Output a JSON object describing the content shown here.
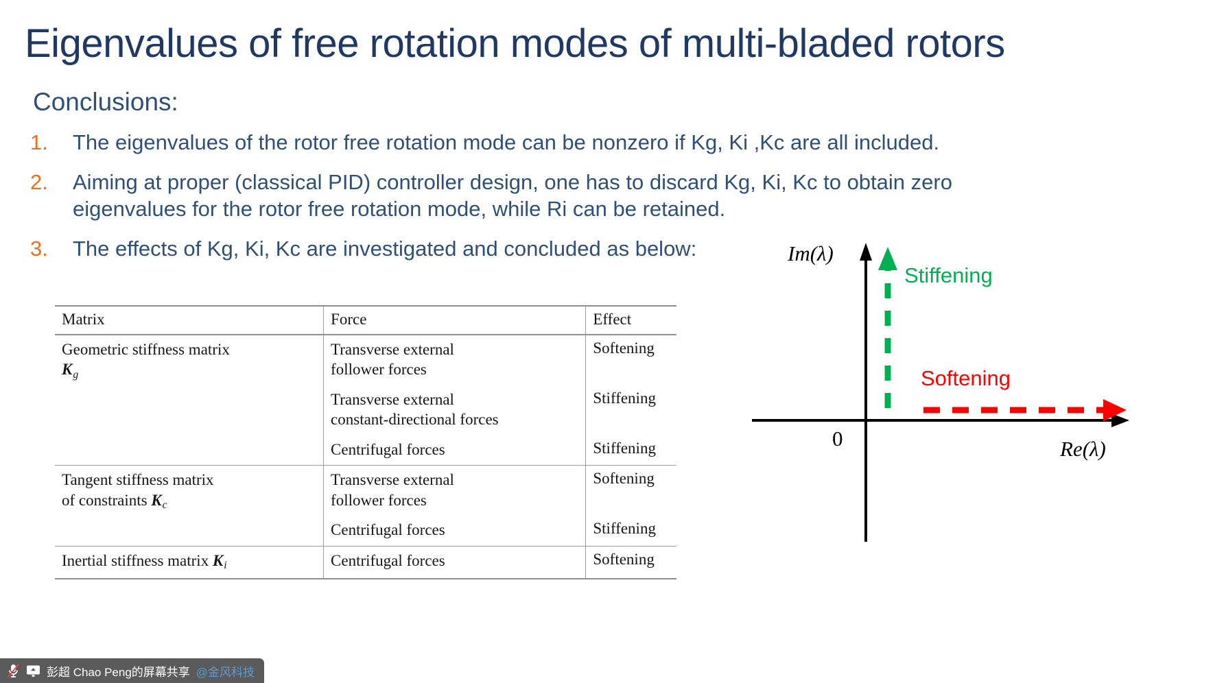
{
  "slide": {
    "title": "Eigenvalues of free rotation modes of multi-bladed rotors",
    "conclusions_heading": "Conclusions:",
    "bullets": [
      {
        "num": "1.",
        "text": "The eigenvalues of the rotor free rotation mode can be nonzero if Kg, Ki ,Kc are all included."
      },
      {
        "num": "2.",
        "text": "Aiming at proper (classical PID) controller design, one has to discard Kg, Ki, Kc to obtain zero eigenvalues for the rotor free rotation mode, while Ri can be retained."
      },
      {
        "num": "3.",
        "text": "The effects of Kg, Ki, Kc are investigated and concluded as below:"
      }
    ],
    "colors": {
      "title": "#1F3864",
      "body": "#2E5077",
      "number": "#E8701A",
      "stiffening": "#00B050",
      "softening": "#FF0000"
    }
  },
  "table": {
    "headers": [
      "Matrix",
      "Force",
      "Effect"
    ],
    "rows": [
      {
        "matrix_line1": "Geometric stiffness matrix",
        "matrix_symbol": "K",
        "matrix_subscript": "g",
        "entries": [
          {
            "force_line1": "Transverse external",
            "force_line2": "follower forces",
            "effect": "Softening"
          },
          {
            "force_line1": "Transverse external",
            "force_line2": "constant-directional forces",
            "effect": "Stiffening"
          },
          {
            "force_line1": "Centrifugal forces",
            "force_line2": "",
            "effect": "Stiffening"
          }
        ]
      },
      {
        "matrix_line1": "Tangent stiffness matrix",
        "matrix_line2": "of constraints",
        "matrix_symbol": "K",
        "matrix_subscript": "c",
        "entries": [
          {
            "force_line1": "Transverse external",
            "force_line2": "follower forces",
            "effect": "Softening"
          },
          {
            "force_line1": "Centrifugal forces",
            "force_line2": "",
            "effect": "Stiffening"
          }
        ]
      },
      {
        "matrix_line1": "Inertial stiffness matrix",
        "matrix_symbol": "K",
        "matrix_subscript": "i",
        "entries": [
          {
            "force_line1": "Centrifugal forces",
            "force_line2": "",
            "effect": "Softening"
          }
        ]
      }
    ]
  },
  "diagram": {
    "im_axis_label": "Im(λ)",
    "re_axis_label": "Re(λ)",
    "origin_label": "0",
    "stiffening_label": "Stiffening",
    "softening_label": "Softening",
    "stiffening_color": "#00B050",
    "softening_color": "#FF0000"
  },
  "share_bar": {
    "mic_icon": "microphone-muted-icon",
    "screen_icon": "screen-share-icon",
    "text": "彭超 Chao Peng的屏幕共享",
    "handle": "@金风科技",
    "background": "#5B5B5B",
    "handle_color": "#5B9BD5"
  }
}
